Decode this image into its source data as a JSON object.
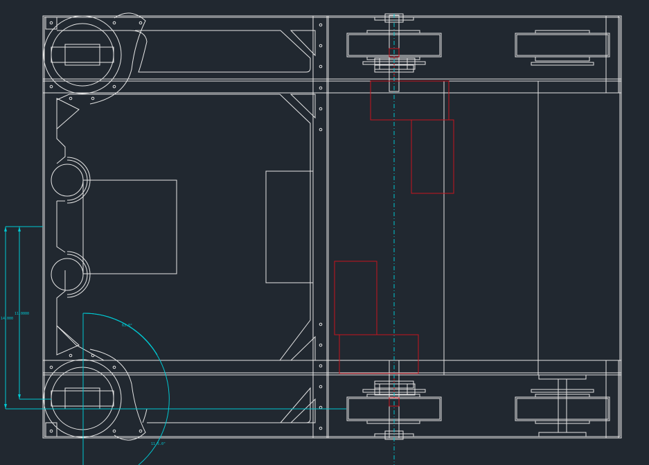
{
  "colors": {
    "background": "#212830",
    "geometry": "#e6e6e6",
    "highlight": "#c8141e",
    "dimension": "#00c8d2"
  },
  "dimensions": {
    "vertical_inner": "11.0000",
    "vertical_outer": "14.000",
    "angle": "63.0°",
    "radius": "11.5.0\""
  }
}
